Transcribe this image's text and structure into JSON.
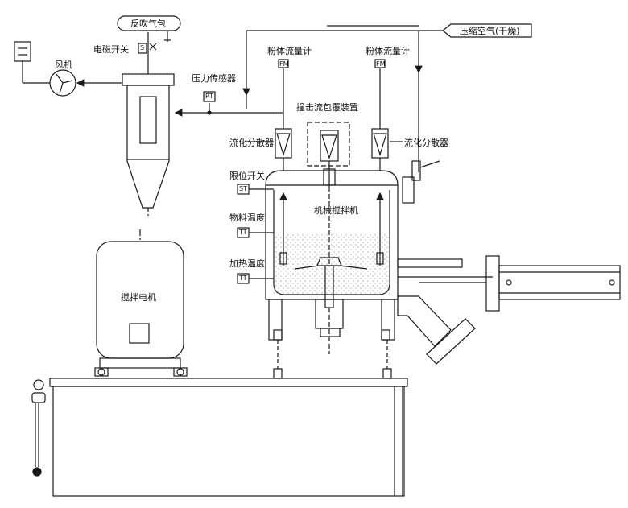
{
  "labels": {
    "back_blow_tank": "反吹气包",
    "solenoid_switch": "电磁开关",
    "fan": "风机",
    "pressure_sensor": "压力传感器",
    "powder_flowmeter_left": "粉体流量计",
    "powder_flowmeter_right": "粉体流量计",
    "compressed_air": "压缩空气(干燥)",
    "impact_coating_device": "撞击流包覆装置",
    "fluid_disperser_left": "流化分散器",
    "fluid_disperser_right": "流化分散器",
    "limit_switch": "限位开关",
    "mixer_machine": "机械搅拌机",
    "material_temperature": "物料温度",
    "heating_temperature": "加热温度",
    "mixer_motor": "搅拌电机"
  },
  "instrument_tags": {
    "solenoid": "S",
    "pressure": "PT",
    "flow_left": "FM",
    "flow_right": "FM",
    "limit": "ST",
    "material_temp": "TT",
    "heating_temp": "TT"
  },
  "colors": {
    "line": "#1a1a1a",
    "background": "#ffffff",
    "powder": "#9a9a9a"
  }
}
